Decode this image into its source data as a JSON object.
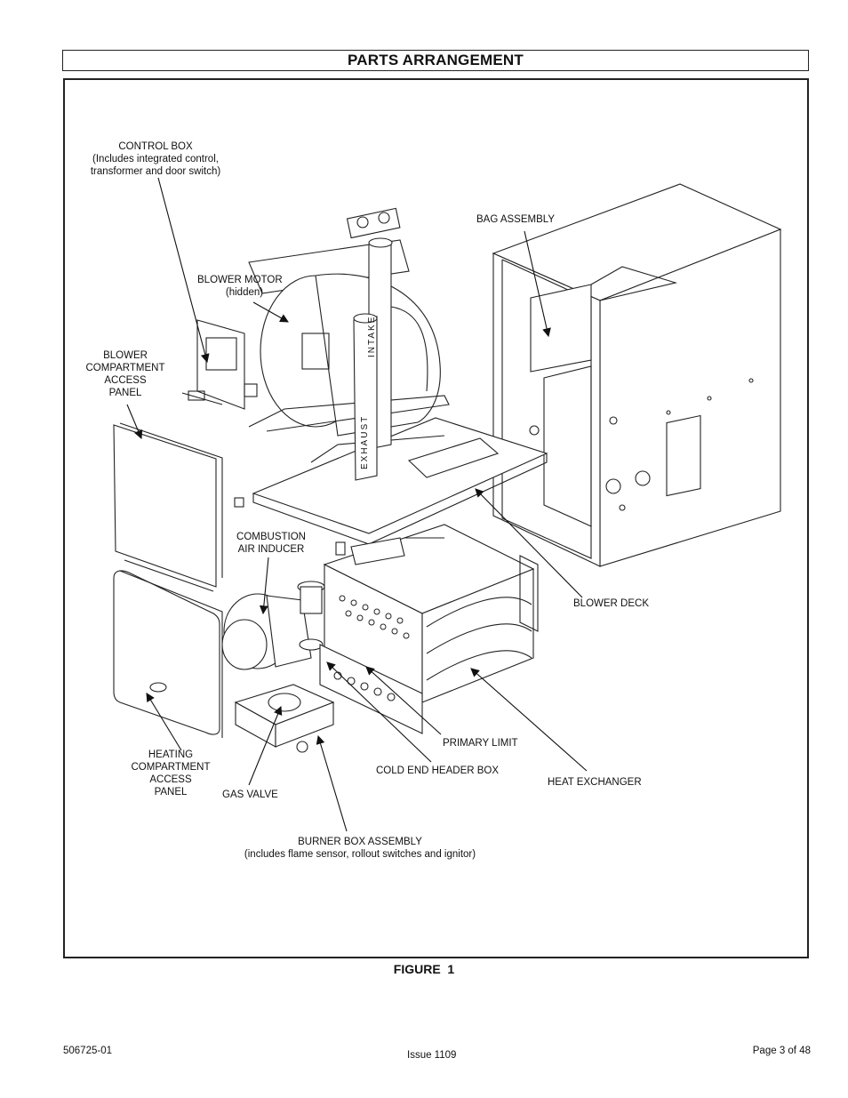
{
  "header": {
    "title": "PARTS ARRANGEMENT"
  },
  "figure": {
    "caption": "FIGURE  1",
    "labels": {
      "control_box": [
        "CONTROL BOX",
        "(Includes integrated control,",
        "transformer and   door switch)"
      ],
      "bag_assembly": [
        "BAG ASSEMBLY"
      ],
      "blower_motor": [
        "BLOWER MOTOR",
        "(hidden)"
      ],
      "blower_access_panel": [
        "BLOWER",
        "COMPARTMENT",
        "ACCESS",
        "PANEL"
      ],
      "combustion_air_inducer": [
        "COMBUSTION",
        "AIR INDUCER"
      ],
      "blower_deck": [
        "BLOWER DECK"
      ],
      "primary_limit": [
        "PRIMARY LIMIT"
      ],
      "cold_end_header_box": [
        "COLD END HEADER BOX"
      ],
      "heat_exchanger": [
        "HEAT EXCHANGER"
      ],
      "heating_access_panel": [
        "HEATING",
        "COMPARTMENT",
        "ACCESS",
        "PANEL"
      ],
      "gas_valve": [
        "GAS VALVE"
      ],
      "burner_box": [
        "BURNER BOX ASSEMBLY",
        "(includes flame sensor, rollout switches and ignitor)"
      ]
    },
    "pipe_text": {
      "intake": "INTAKE",
      "exhaust": "EXHAUST"
    }
  },
  "footer": {
    "doc_number": "506725-01",
    "issue": "Issue 1109",
    "page": "Page 3 of 48"
  }
}
